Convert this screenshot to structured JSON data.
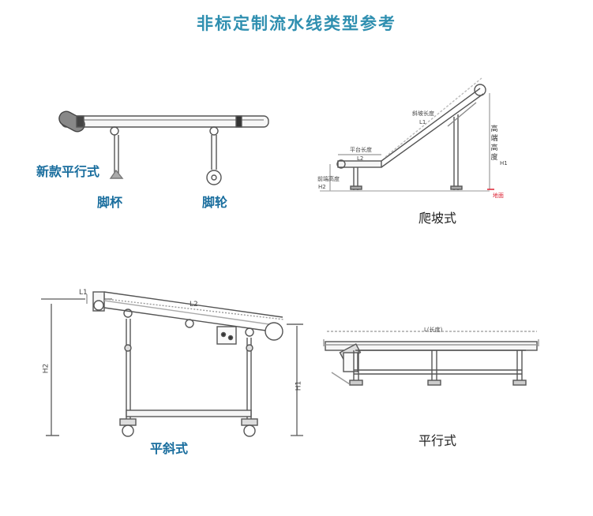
{
  "title": "非标定制流水线类型参考",
  "panels": {
    "new_flat": {
      "caption": "新款平行式",
      "foot_cup": "脚杯",
      "caster": "脚轮"
    },
    "climbing": {
      "caption": "爬坡式",
      "slope_length": "斜坡长度",
      "slope_symbol": "L1",
      "flat_length": "平台长度",
      "flat_symbol": "L2",
      "entry_height": "前端高度",
      "entry_symbol": "H2",
      "total_height": "高端高度",
      "total_symbol": "H1",
      "ground": "地面"
    },
    "inclined": {
      "caption": "平斜式",
      "l1": "L1",
      "l2": "L2",
      "h2": "H2",
      "h1": "H1"
    },
    "flat": {
      "caption": "平行式",
      "length": "L(长度)"
    }
  },
  "colors": {
    "title": "#2f8fb0",
    "caption": "#1a6e9e",
    "line": "#4a4a4a",
    "accent_red": "#d23"
  }
}
